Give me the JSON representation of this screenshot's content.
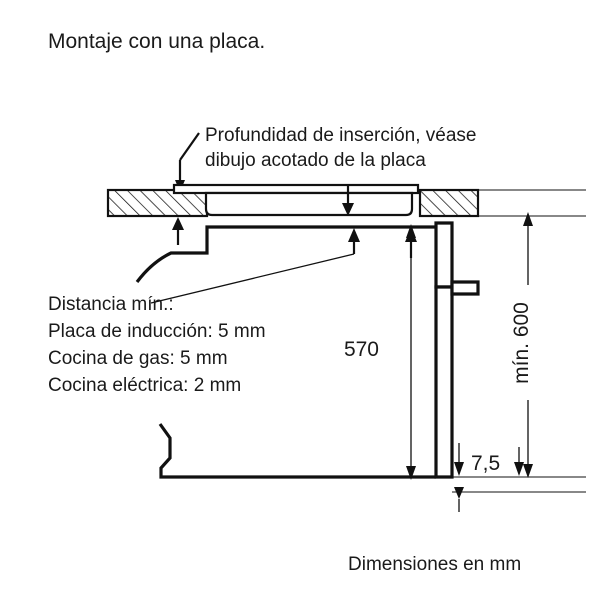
{
  "title": "Montaje con una placa.",
  "annotations": {
    "insertion_depth": {
      "line1": "Profundidad de inserción, véase",
      "line2": "dibujo acotado de la placa"
    },
    "min_distance": {
      "heading": "Distancia mín.:",
      "items": [
        "Placa de inducción: 5 mm",
        "Cocina de gas: 5 mm",
        "Cocina eléctrica: 2 mm"
      ]
    }
  },
  "dimensions": {
    "oven_height": "570",
    "niche_height": "mín. 600",
    "base_gap": "7,5"
  },
  "caption": "Dimensiones en mm",
  "units": "mm",
  "colors": {
    "line": "#111111",
    "text": "#1a1a1a",
    "background": "#ffffff"
  },
  "chart_data": {
    "type": "diagram",
    "title": "Montaje con una placa.",
    "subject": "Installation drawing: built-in oven with hob above",
    "labeled_values": [
      {
        "label": "570",
        "meaning": "oven body height",
        "unit": "mm"
      },
      {
        "label": "mín. 600",
        "meaning": "minimum niche height",
        "unit": "mm"
      },
      {
        "label": "7,5",
        "meaning": "gap below oven base",
        "unit": "mm"
      },
      {
        "label": "Placa de inducción",
        "meaning": "minimum distance",
        "value": "5",
        "unit": "mm"
      },
      {
        "label": "Cocina de gas",
        "meaning": "minimum distance",
        "value": "5",
        "unit": "mm"
      },
      {
        "label": "Cocina eléctrica",
        "meaning": "minimum distance",
        "value": "2",
        "unit": "mm"
      }
    ]
  }
}
